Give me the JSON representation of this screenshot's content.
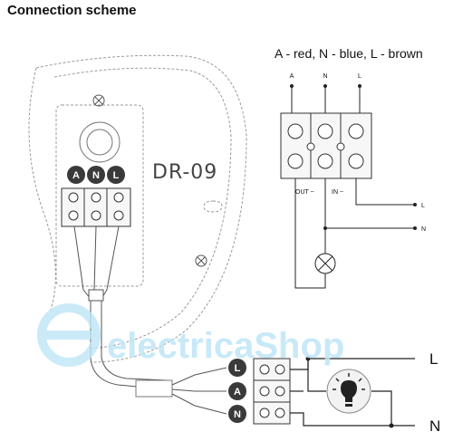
{
  "title": "Connection scheme",
  "legend": "A - red, N - blue, L - brown",
  "device_model": "DR-09",
  "schematic": {
    "top_labels": [
      "A",
      "N",
      "L"
    ],
    "out_label": "OUT ~",
    "in_label": "IN ~",
    "right_labels": [
      "L",
      "N"
    ]
  },
  "device_terminals": [
    "A",
    "N",
    "L"
  ],
  "bottom_terminals": [
    "L",
    "A",
    "N"
  ],
  "line_labels": [
    "L",
    "N"
  ],
  "watermark": "electricaShop",
  "colors": {
    "badge": "#3a3a3a",
    "watermark": "#bfe6f6",
    "line": "#222222",
    "outline": "#9a9a9a"
  }
}
